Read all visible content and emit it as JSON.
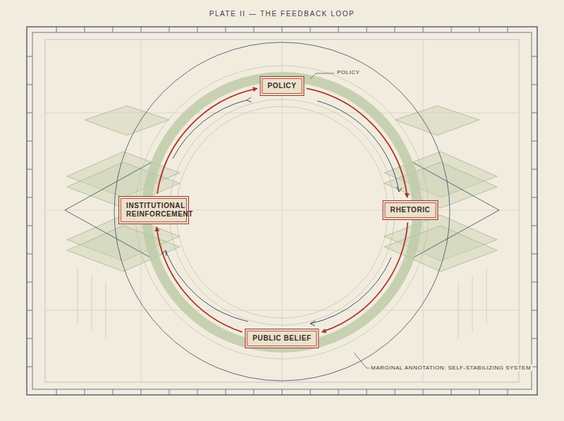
{
  "diagram": {
    "title": "PLATE II — THE FEEDBACK LOOP",
    "nodes": [
      {
        "text": [
          "POLICY"
        ]
      },
      {
        "text": [
          "INSTITUTIONAL REINFORCEMENT"
        ]
      },
      {
        "text": [
          "RHETORIC"
        ]
      },
      {
        "text": [
          "PUBLIC BELIEF"
        ]
      }
    ],
    "edges": [
      {
        "from": 0,
        "to": 2,
        "arrow": "to"
      },
      {
        "from": 2,
        "to": 3,
        "arrow": "to"
      },
      {
        "from": 3,
        "to": 1,
        "arrow": "to"
      },
      {
        "from": 1,
        "to": 0,
        "arrow": "to"
      }
    ],
    "labels": [
      "POLICY",
      "MARGINAL ANNOTATION: SELF-STABILIZING SYSTEM"
    ]
  }
}
